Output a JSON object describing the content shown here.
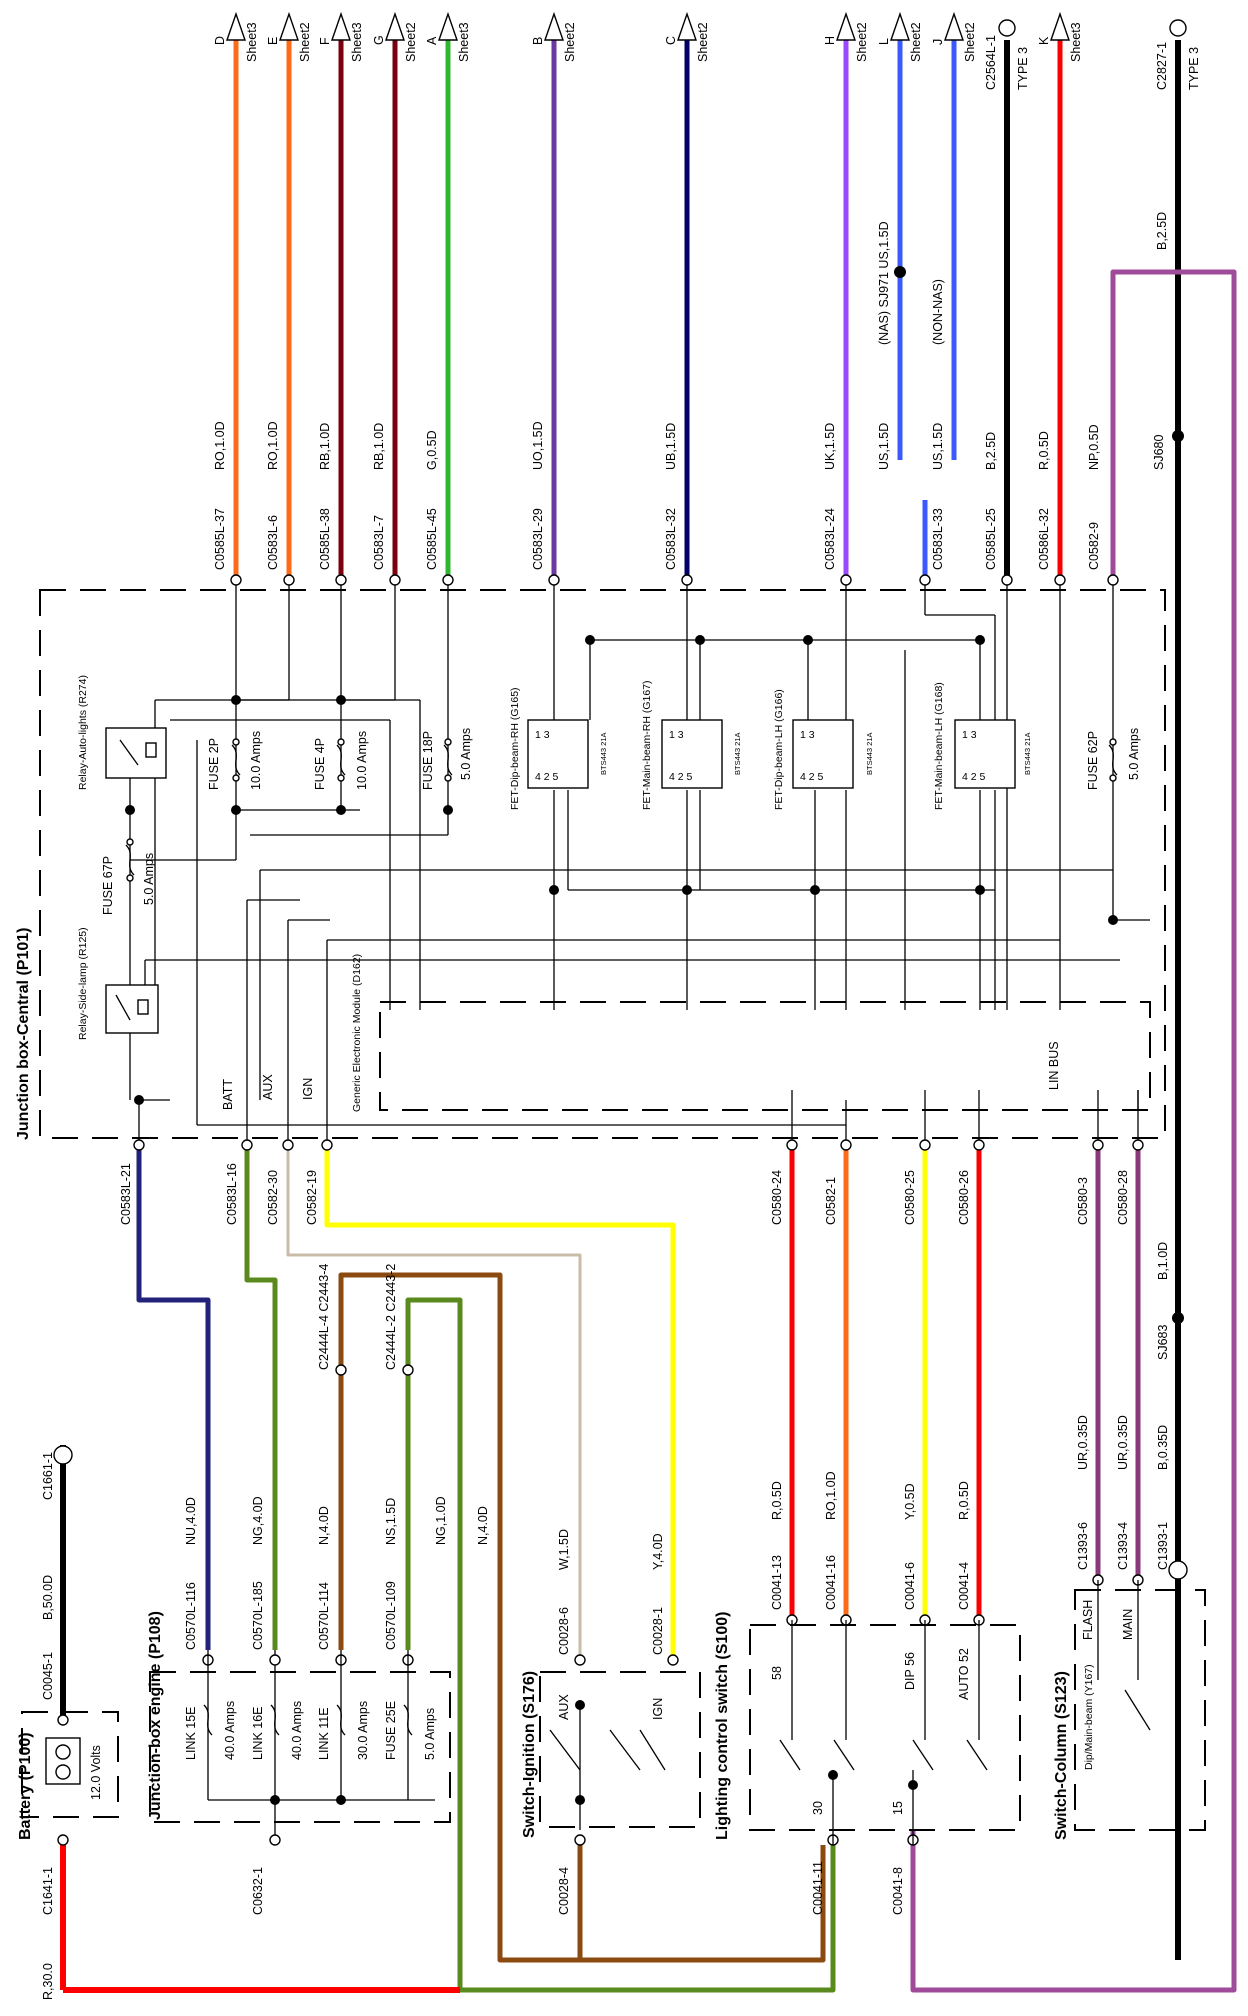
{
  "colors": {
    "orange": "#ff6a1a",
    "red": "#ff0000",
    "darkred": "#8b0000",
    "green": "#2fb82f",
    "purple": "#9a49ff",
    "navy": "#000066",
    "blue": "#3a5aff",
    "black": "#000000",
    "yellow": "#ffff00",
    "brown": "#8b4a10",
    "olive": "#5a8a1e",
    "violet": "#a04a9a",
    "tan": "#b8a890",
    "rust": "#c06030"
  },
  "titles": {
    "battery": "Battery (P100)",
    "jbe": "Junction-box engine (P108)",
    "ignition": "Switch-Ignition (S176)",
    "lighting": "Lighting control switch (S100)",
    "column": "Switch-Column (S123)",
    "central": "Junction box-Central (P101)"
  },
  "top_terminals": [
    {
      "letter": "D",
      "sheet": "Sheet3",
      "conn": "C0585L-37",
      "wire": "RO,1.0D"
    },
    {
      "letter": "E",
      "sheet": "Sheet2",
      "conn": "C0583L-6",
      "wire": "RO,1.0D"
    },
    {
      "letter": "F",
      "sheet": "Sheet3",
      "conn": "C0585L-38",
      "wire": "RB,1.0D"
    },
    {
      "letter": "G",
      "sheet": "Sheet2",
      "conn": "C0583L-7",
      "wire": "RB,1.0D"
    },
    {
      "letter": "A",
      "sheet": "Sheet3",
      "conn": "C0585L-45",
      "wire": "G,0.5D"
    },
    {
      "letter": "B",
      "sheet": "Sheet2",
      "conn": "C0583L-29",
      "wire": "UO,1.5D"
    },
    {
      "letter": "C",
      "sheet": "Sheet2",
      "conn": "C0583L-32",
      "wire": "UB,1.5D"
    },
    {
      "letter": "H",
      "sheet": "Sheet2",
      "conn": "C0583L-24",
      "wire": "UK,1.5D"
    },
    {
      "letter": "L",
      "sheet": "Sheet2",
      "conn": "",
      "wire": "US,1.5D"
    },
    {
      "letter": "J",
      "sheet": "Sheet2",
      "conn": "C0583L-33",
      "wire": "US,1.5D"
    },
    {
      "letter": "C2564L-1",
      "sheet": "TYPE 3",
      "conn": "C0585L-25",
      "wire": "B,2.5D"
    },
    {
      "letter": "K",
      "sheet": "Sheet3",
      "conn": "C0586L-32",
      "wire": "R,0.5D"
    },
    {
      "letter": "C2827-1",
      "sheet": "TYPE 3",
      "conn": "",
      "wire": "B,2.5D"
    }
  ],
  "nas": {
    "nas": "(NAS) SJ971 US,1.5D",
    "nonnas": "(NON-NAS)"
  },
  "central": {
    "fuses": [
      {
        "name": "FUSE 2P",
        "rating": "10.0 Amps"
      },
      {
        "name": "FUSE 4P",
        "rating": "10.0 Amps"
      },
      {
        "name": "FUSE 18P",
        "rating": "5.0 Amps"
      },
      {
        "name": "FUSE 67P",
        "rating": "5.0 Amps"
      },
      {
        "name": "FUSE 62P",
        "rating": "5.0 Amps"
      }
    ],
    "relay_auto": "Relay-Auto-lights (R274)",
    "relay_side": "Relay-Side-lamp (R125)",
    "fets": [
      {
        "name": "FET-Dip-beam-RH (G165)",
        "part": "BTS443 21A"
      },
      {
        "name": "FET-Main-beam-RH (G167)",
        "part": "BTS443 21A"
      },
      {
        "name": "FET-Dip-beam-LH (G166)",
        "part": "BTS443 21A"
      },
      {
        "name": "FET-Main-beam-LH (G168)",
        "part": "BTS443 21A"
      }
    ],
    "gem": "Generic Electronic Module (D162)",
    "batt": "BATT",
    "aux": "AUX",
    "ign": "IGN",
    "lin": "LIN BUS",
    "fuse62_conn": "C0582-9",
    "fuse62_wire": "NP,0.5D",
    "sj680": "SJ680"
  },
  "bottom_conns": [
    "C0583L-21",
    "C0583L-16",
    "C0582-30",
    "C0582-19",
    "C0580-24",
    "C0582-1",
    "C0580-25",
    "C0580-26",
    "C0580-3",
    "C0580-28"
  ],
  "jbe": {
    "links": [
      {
        "name": "LINK 15E",
        "rating": "40.0 Amps",
        "conn": "C0570L-116",
        "wire": "NU,4.0D"
      },
      {
        "name": "LINK 16E",
        "rating": "40.0 Amps",
        "conn": "C0570L-185",
        "wire": "NG,4.0D"
      },
      {
        "name": "LINK 11E",
        "rating": "30.0 Amps",
        "conn": "C0570L-114",
        "wire": "N,4.0D"
      },
      {
        "name": "FUSE 25E",
        "rating": "5.0 Amps",
        "conn": "C0570L-109",
        "wire": "NS,1.5D"
      }
    ],
    "c2444_4": "C2444L-4 C2443-4",
    "c2444_2": "C2444L-2 C2443-2",
    "ng": "NG,1.0D",
    "n4": "N,4.0D",
    "c0632": "C0632-1"
  },
  "battery": {
    "volts": "12.0 Volts",
    "c1661": "C1661-1",
    "b50": "B,50.0D",
    "c0045": "C0045-1",
    "c1641": "C1641-1",
    "r30": "R,30.0"
  },
  "ignition": {
    "c0028_6": "C0028-6",
    "w15": "W,1.5D",
    "c0028_1": "C0028-1",
    "y4": "Y,4.0D",
    "aux": "AUX",
    "ign": "IGN",
    "c0028_4": "C0028-4"
  },
  "lighting_sw": {
    "c0041_13": "C0041-13",
    "r05a": "R,0.5D",
    "c0041_16": "C0041-16",
    "ro1": "RO,1.0D",
    "c0041_6": "C0041-6",
    "y05": "Y,0.5D",
    "c0041_4": "C0041-4",
    "r05b": "R,0.5D",
    "p58": "58",
    "dip56": "DIP 56",
    "auto52": "AUTO 52",
    "p30": "30",
    "p15": "15",
    "c0041_11": "C0041-11",
    "c0041_8": "C0041-8"
  },
  "column": {
    "c1393_6": "C1393-6",
    "ur1": "UR,0.35D",
    "c1393_4": "C1393-4",
    "ur2": "UR,0.35D",
    "c1393_1": "C1393-1",
    "b035": "B,0.35D",
    "flash": "FLASH",
    "main": "MAIN",
    "dipmain": "Dip/Main-beam (Y167)",
    "sj683": "SJ683",
    "b10": "B,1.0D"
  }
}
